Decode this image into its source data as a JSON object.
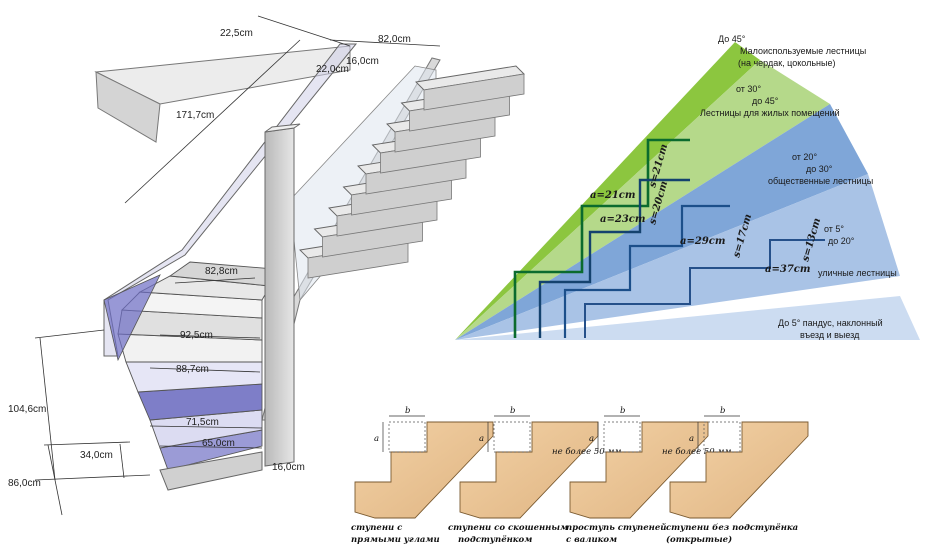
{
  "staircase": {
    "dims": {
      "d1": "22,5cm",
      "d2": "82,0cm",
      "d3": "22,0cm",
      "d4": "16,0cm",
      "d5": "171,7cm",
      "d6": "82,8cm",
      "d7": "92,5cm",
      "d8": "88,7cm",
      "d9": "104,6cm",
      "d10": "71,5cm",
      "d11": "34,0cm",
      "d12": "65,0cm",
      "d13": "16,0cm",
      "d14": "86,0cm"
    }
  },
  "angle_chart": {
    "zones": [
      {
        "label_l1": "До 45°",
        "label_l2": "Малоиспользуемые лестницы",
        "label_l3": "(на чердак, цокольные)",
        "color": "#8cc63f"
      },
      {
        "label_l1": "от 30°",
        "label_l2": "до 45°",
        "label_l3": "Лестницы для жилых помещений",
        "color": "#b5d98a"
      },
      {
        "label_l1": "от 20°",
        "label_l2": "до 30°",
        "label_l3": "общественные лестницы",
        "color": "#7fa6d8"
      },
      {
        "label_l1": "от 5°",
        "label_l2": "до 20°",
        "label_l3": "уличные лестницы",
        "color": "#a9c3e6"
      },
      {
        "label_l1": "До 5° пандус, наклонный",
        "label_l2": "въезд и выезд",
        "label_l3": "",
        "color": "#ccdcf1"
      }
    ],
    "formulas": {
      "a1": "a=21cm",
      "s1": "s=21cm",
      "a2": "a=23cm",
      "s2": "s=20cm",
      "a3": "a=29cm",
      "s3": "s=17cm",
      "a4": "a=37cm",
      "s4": "s=13cm"
    }
  },
  "steps_profiles": {
    "labels": {
      "a": "a",
      "b": "b"
    },
    "note": "не более 50 мм",
    "captions": [
      {
        "l1": "ступени с",
        "l2": "прямыми углами"
      },
      {
        "l1": "ступени со скошенным",
        "l2": "подступёнком"
      },
      {
        "l1": "проступь ступеней",
        "l2": "с валиком"
      },
      {
        "l1": "ступени без подступёнка",
        "l2": "(открытые)"
      }
    ]
  }
}
